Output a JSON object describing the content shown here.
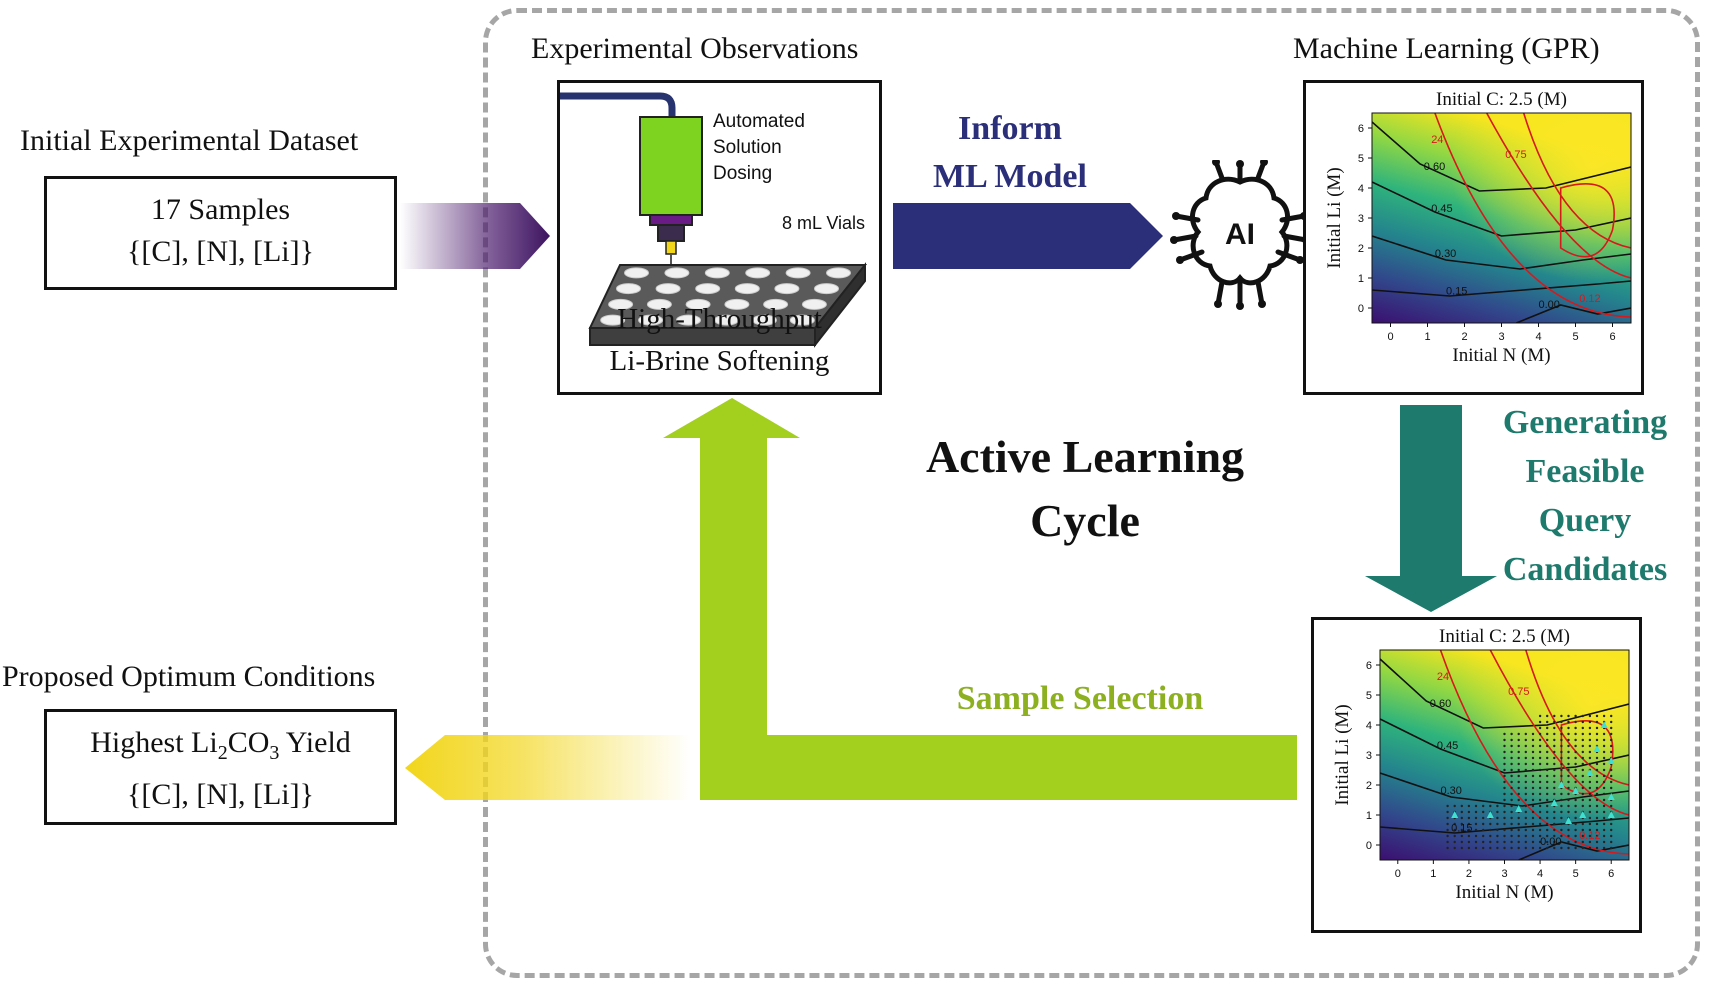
{
  "cycle_title": [
    "Active Learning",
    "Cycle"
  ],
  "initial": {
    "title": "Initial Experimental Dataset",
    "lines": [
      "17 Samples",
      "{[C], [N], [Li]}"
    ]
  },
  "optimum": {
    "title": "Proposed Optimum Conditions",
    "yield_prefix": "Highest Li",
    "yield_sub1": "2",
    "yield_mid": "CO",
    "yield_sub2": "3",
    "yield_suffix": " Yield",
    "line2": "{[C], [N], [Li]}"
  },
  "experimental": {
    "title": "Experimental Observations",
    "dosing_label": [
      "Automated",
      "Solution",
      "Dosing"
    ],
    "vials_label": "8 mL Vials",
    "caption": [
      "High-Throughput",
      "Li-Brine Softening"
    ]
  },
  "ml": {
    "title": "Machine Learning (GPR)",
    "icon_text": "AI"
  },
  "arrows": {
    "inform": [
      "Inform",
      "ML Model"
    ],
    "generating": [
      "Generating",
      "Feasible",
      "Query",
      "Candidates"
    ],
    "sample": "Sample Selection"
  },
  "plots": {
    "plot_title": "Initial C: 2.5 (M)",
    "xlabel": "Initial N (M)",
    "ylabel": "Initial Li (M)",
    "xticks": [
      "0",
      "1",
      "2",
      "3",
      "4",
      "5",
      "6"
    ],
    "yticks": [
      "0",
      "1",
      "2",
      "3",
      "4",
      "5",
      "6"
    ],
    "black_contour_labels": [
      "0.60",
      "0.45",
      "0.30",
      "0.15",
      "0.00"
    ],
    "red_contour_labels": [
      "24",
      "0.75",
      "0.12"
    ]
  },
  "colors": {
    "frame": "#a6a6a6",
    "inform": "#2b2f7a",
    "generating": "#1e7a6c",
    "sample": "#a3cf1f",
    "input_arrow": "#4a1a6b",
    "output_arrow": "#f2d61c",
    "dosing_head": "#7ed321"
  }
}
